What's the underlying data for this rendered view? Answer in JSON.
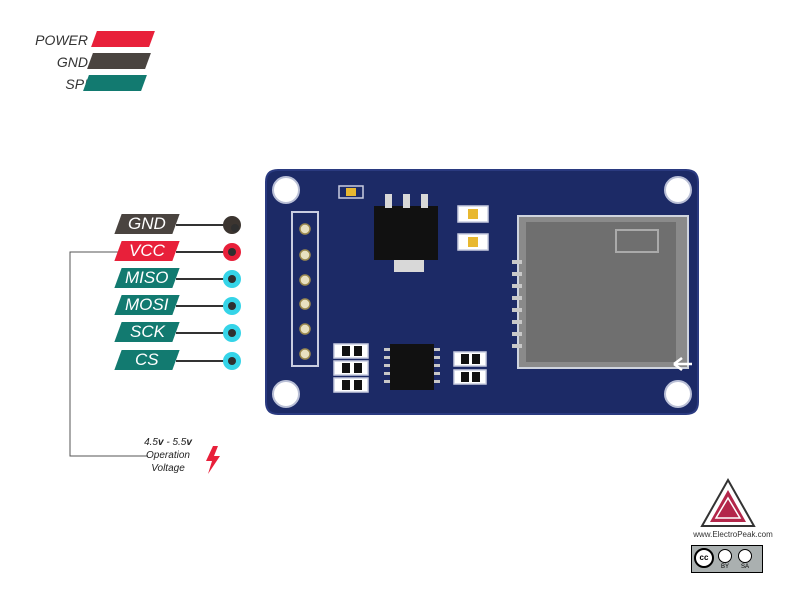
{
  "legend": [
    {
      "label": "POWER",
      "color": "#e8203a"
    },
    {
      "label": "GND",
      "color": "#4a4440"
    },
    {
      "label": "SPI",
      "color": "#127a70"
    }
  ],
  "pins": [
    {
      "label": "GND",
      "color": "#4a4440",
      "dot_ring": "#3c3530"
    },
    {
      "label": "VCC",
      "color": "#e8203a",
      "dot_ring": "#e8203a"
    },
    {
      "label": "MISO",
      "color": "#127a70",
      "dot_ring": "#35d4e8"
    },
    {
      "label": "MOSI",
      "color": "#127a70",
      "dot_ring": "#35d4e8"
    },
    {
      "label": "SCK",
      "color": "#127a70",
      "dot_ring": "#35d4e8"
    },
    {
      "label": "CS",
      "color": "#127a70",
      "dot_ring": "#35d4e8"
    }
  ],
  "voltage": {
    "range_low": "4.5",
    "range_high": "5.5",
    "unit": "v",
    "line2": "Operation",
    "line3": "Voltage"
  },
  "brand": {
    "website": "www.ElectroPeak.com",
    "license_by": "BY",
    "license_sa": "SA"
  },
  "colors": {
    "pcb": "#1c2a66",
    "pcb_edge": "#2a3a80",
    "accent_red": "#e8203a",
    "spi_teal": "#127a70"
  }
}
